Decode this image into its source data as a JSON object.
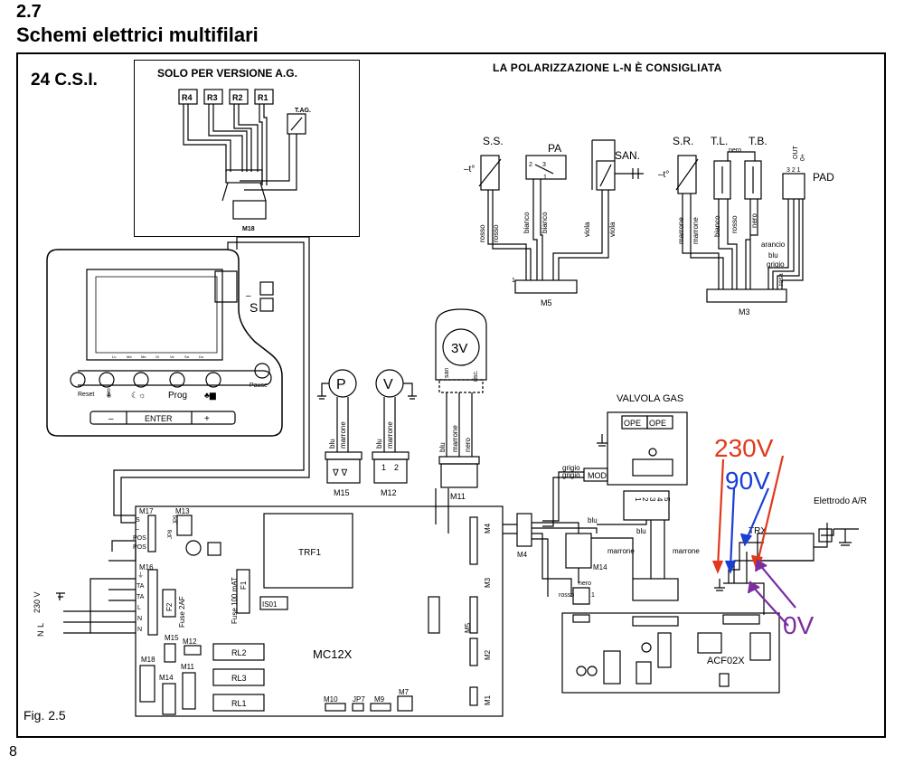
{
  "section": {
    "number": "2.7",
    "title": "Schemi elettrici multifilari"
  },
  "model": "24 C.S.I.",
  "figure": "Fig. 2.5",
  "page_number": "8",
  "ag_version": {
    "title": "SOLO PER VERSIONE A.G.",
    "resistors": [
      "R4",
      "R3",
      "R2",
      "R1"
    ],
    "tag": "T.AG.",
    "connector": "M18"
  },
  "polarization_note": "LA POLARIZZAZIONE L-N  È CONSIGLIATA",
  "sensors_m5": {
    "ss": "S.S.",
    "pa": "PA",
    "san": "SAN.",
    "connector": "M5",
    "pa_pins": [
      "2",
      "3",
      "1"
    ],
    "wires": [
      "rosso",
      "rosso",
      "bianco",
      "bianco",
      "viola",
      "viola"
    ]
  },
  "sensors_m3": {
    "sr": "S.R.",
    "tl": "T.L.",
    "tb": "T.B.",
    "pad": "PAD",
    "pad_pins": "3 2 1",
    "out_label": "OUT",
    "plus_label": "0+",
    "connector": "M3",
    "wires": [
      "marrone",
      "marrone",
      "bianco",
      "rosso",
      "nero",
      "nero"
    ],
    "pad_wires": [
      "arancio",
      "blu",
      "grigio",
      "rosa"
    ]
  },
  "control_panel": {
    "buttons": [
      "Reset",
      "Prog",
      "Pause"
    ],
    "enter": "ENTER",
    "minus": "–",
    "plus": "+",
    "s_label": "S",
    "dash_label": "–",
    "days": [
      "Lu",
      "Ma",
      "Me",
      "Gi",
      "Ve",
      "Sa",
      "Do"
    ]
  },
  "pump": {
    "symbol": "P",
    "wires": [
      "blu",
      "marrone"
    ],
    "connector": "M15"
  },
  "fan": {
    "symbol": "V",
    "wires": [
      "blu",
      "marrone"
    ],
    "connector": "M12",
    "pins": [
      "1",
      "2"
    ]
  },
  "valve3v": {
    "symbol": "3V",
    "wires": [
      "blu",
      "marrone",
      "nero"
    ],
    "connector": "M11",
    "pin_labels": [
      "san",
      "risc."
    ]
  },
  "gas_valve": {
    "title": "VALVOLA GAS",
    "ope": [
      "OPE",
      "OPE"
    ],
    "mod": "MOD",
    "wires": [
      "grigio",
      "grigio"
    ]
  },
  "main_board": {
    "name": "MC12X",
    "trf": "TRF1",
    "fuse": "Fuse 100 mAT",
    "fuse_f1": "F1",
    "fuse_f2": "F2",
    "fuse2": "Fuse 2AF",
    "is01": "IS01",
    "relays": [
      "RL2",
      "RL3",
      "RL1"
    ],
    "connectors": [
      "M17",
      "M13",
      "M16",
      "M15",
      "M12",
      "M18",
      "M14",
      "M11",
      "M10",
      "JP7",
      "M9",
      "M7",
      "M1",
      "M2",
      "M5",
      "M3",
      "M4"
    ],
    "m17_pins": [
      "S",
      "–",
      "POS",
      "POS"
    ],
    "m16_pins": [
      "⏚",
      "TA",
      "TA",
      "L",
      "N",
      "N"
    ],
    "jp_labels": [
      "JP8",
      "JP9"
    ],
    "power": {
      "v": "230 V",
      "l": "L",
      "n": "N"
    }
  },
  "ignition": {
    "board": "ACF02X",
    "connector": "M14",
    "wires": [
      "blu",
      "marrone",
      "nero",
      "rosso",
      "blu",
      "marrone"
    ],
    "plug_pins": [
      "1",
      "2",
      "3",
      "4",
      "5"
    ],
    "trx": "TRX",
    "electrode_label": "Elettrodo A/R",
    "pin1": "1"
  },
  "annotations": {
    "v230": {
      "text": "230V",
      "color": "#e0391c"
    },
    "v90": {
      "text": "90V",
      "color": "#1a3fd6"
    },
    "v0": {
      "text": "0V",
      "color": "#7b2ea0"
    }
  }
}
